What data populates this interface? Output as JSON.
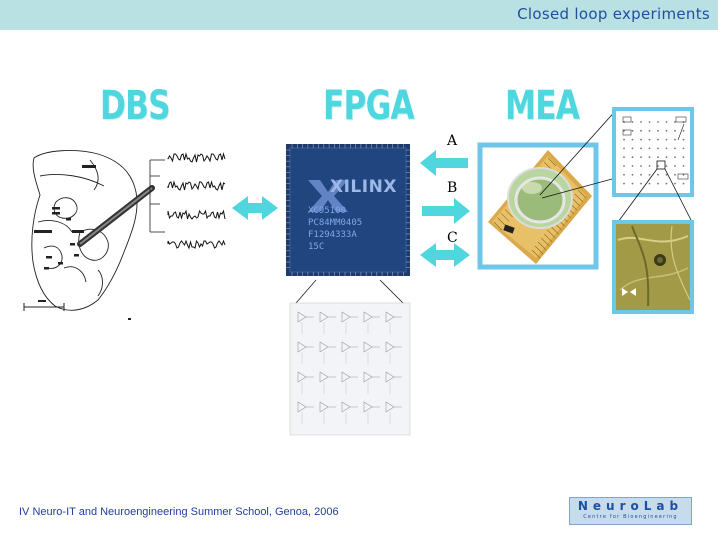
{
  "header": {
    "title": "Closed loop experiments",
    "bar_color": "#b9e0e3"
  },
  "sections": {
    "dbs": "DBS",
    "fpga": "FPGA",
    "mea": "MEA"
  },
  "links": {
    "a": "A",
    "b": "B",
    "c": "C"
  },
  "chip": {
    "brand": "XILINX",
    "lines": [
      "XC95100",
      "PC84MM0405",
      "F1294333A",
      "15C"
    ]
  },
  "footer": {
    "text": "IV Neuro-IT and Neuroengineering Summer School, Genoa, 2006"
  },
  "logo": {
    "main": "NeuroLab",
    "sub": "Centre for Bioengineering"
  },
  "colors": {
    "accent": "#4fd6df",
    "frame": "#6ec6ea",
    "text_blue": "#1f4fa0"
  }
}
